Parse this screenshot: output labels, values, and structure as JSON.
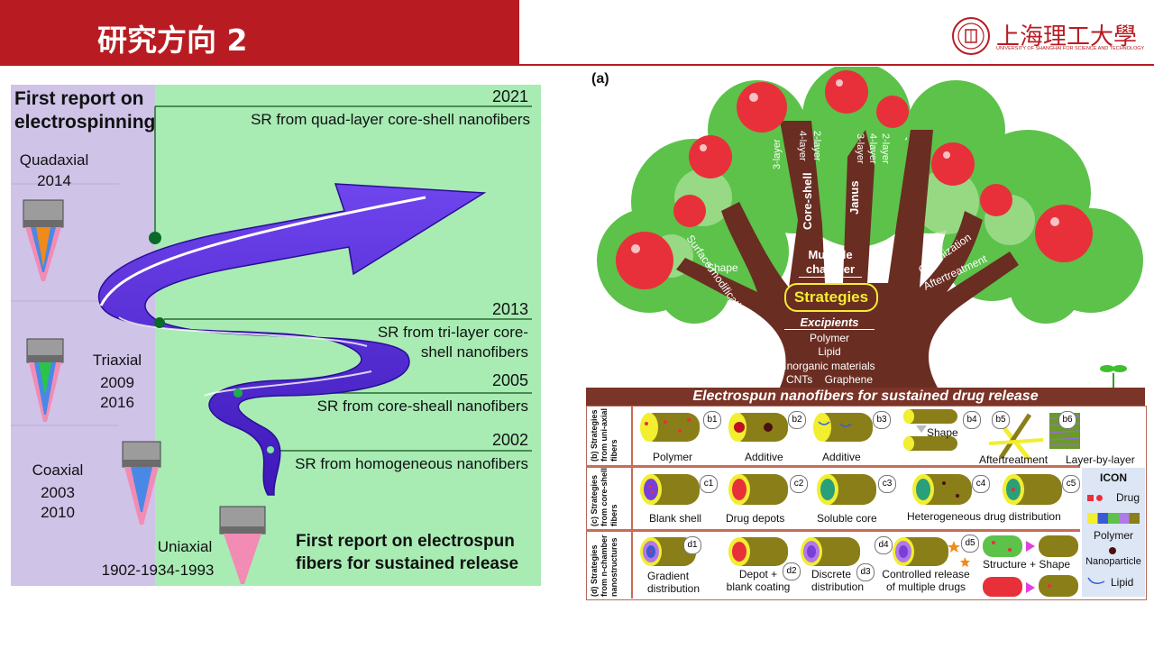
{
  "slide": {
    "title": "研究方向 2"
  },
  "logo": {
    "name_cn": "上海理工大學",
    "name_en": "UNIVERSITY OF SHANGHAI FOR SCIENCE AND TECHNOLOGY"
  },
  "timeline": {
    "header": "First report on\nelectrospinning",
    "milestones": [
      {
        "year": "2021",
        "text": "SR from quad-layer core-shell nanofibers"
      },
      {
        "year": "2013",
        "text": "SR from tri-layer core-\nshell nanofibers"
      },
      {
        "year": "2005",
        "text": "SR from core-sheall nanofibers"
      },
      {
        "year": "2002",
        "text": "SR from homogeneous nanofibers"
      }
    ],
    "spinnerets": [
      {
        "name": "Quadaxial",
        "years": "2014"
      },
      {
        "name": "Triaxial",
        "years": "2009\n2016"
      },
      {
        "name": "Coaxial",
        "years": "2003\n2010"
      },
      {
        "name": "Uniaxial",
        "years": "1902-1934-1993"
      }
    ],
    "bottom_title": "First report on electrospun\nfibers for sustained release"
  },
  "tree": {
    "panel_label": "(a)",
    "branches": {
      "left": [
        "Surface modification",
        "Shape"
      ],
      "center_left": [
        "3-layer",
        "4-layer",
        "2-layer",
        "Core-shell"
      ],
      "center_right": [
        "Janus",
        "3-layer",
        "4-layer",
        "2-layer"
      ],
      "right": [
        "Organization",
        "Aftertreatment"
      ],
      "multiple_chamber": "Multiple\nchamber"
    },
    "trunk": {
      "strategies": "Strategies",
      "excipients": "Excipients",
      "items": [
        "Polymer",
        "Lipid",
        "Inorganic materials",
        "CNTs    Graphene"
      ]
    },
    "banner": "Electrospun nanofibers for sustained drug release"
  },
  "strategy_rows": [
    {
      "label": "(b) Strategies from uni-axial fibers",
      "items": [
        {
          "id": "b1",
          "caption": "Polymer"
        },
        {
          "id": "b2",
          "caption": "Additive"
        },
        {
          "id": "b3",
          "caption": "Additive"
        },
        {
          "id": "b4",
          "caption": "Shape"
        },
        {
          "id": "b5",
          "caption": "Aftertreatment"
        },
        {
          "id": "b6",
          "caption": "Layer-by-layer"
        }
      ]
    },
    {
      "label": "(c) Strategies from core-shell fibers",
      "items": [
        {
          "id": "c1",
          "caption": "Blank shell"
        },
        {
          "id": "c2",
          "caption": "Drug depots"
        },
        {
          "id": "c3",
          "caption": "Soluble core"
        },
        {
          "id": "c4",
          "caption": "Heterogeneous drug distribution"
        },
        {
          "id": "c5",
          "caption": ""
        }
      ]
    },
    {
      "label": "(d) Strategies from n-chamber nanostructures",
      "items": [
        {
          "id": "d1",
          "caption": "Gradient\ndistribution"
        },
        {
          "id": "d2",
          "caption": "Depot +\nblank coating"
        },
        {
          "id": "d3",
          "caption": "Discrete\ndistribution"
        },
        {
          "id": "d4",
          "caption": "Controlled release\nof multiple drugs"
        },
        {
          "id": "d5",
          "caption": "Structure + Shape"
        }
      ]
    }
  ],
  "icon_legend": {
    "title": "ICON",
    "items": [
      "Drug",
      "Polymer",
      "Nanoparticle",
      "Lipid"
    ]
  },
  "colors": {
    "title_red": "#b81c22",
    "timeline_bg": "#a8ecb4",
    "timeline_left": "#cfc3e8",
    "arrow_purple": "#5b2ee6",
    "trunk_brown": "#6a2d22",
    "tree_green": "#5cc24a",
    "apple_red": "#e8303a",
    "fiber_olive": "#8a7e18",
    "fiber_yellow": "#f2ee30"
  }
}
